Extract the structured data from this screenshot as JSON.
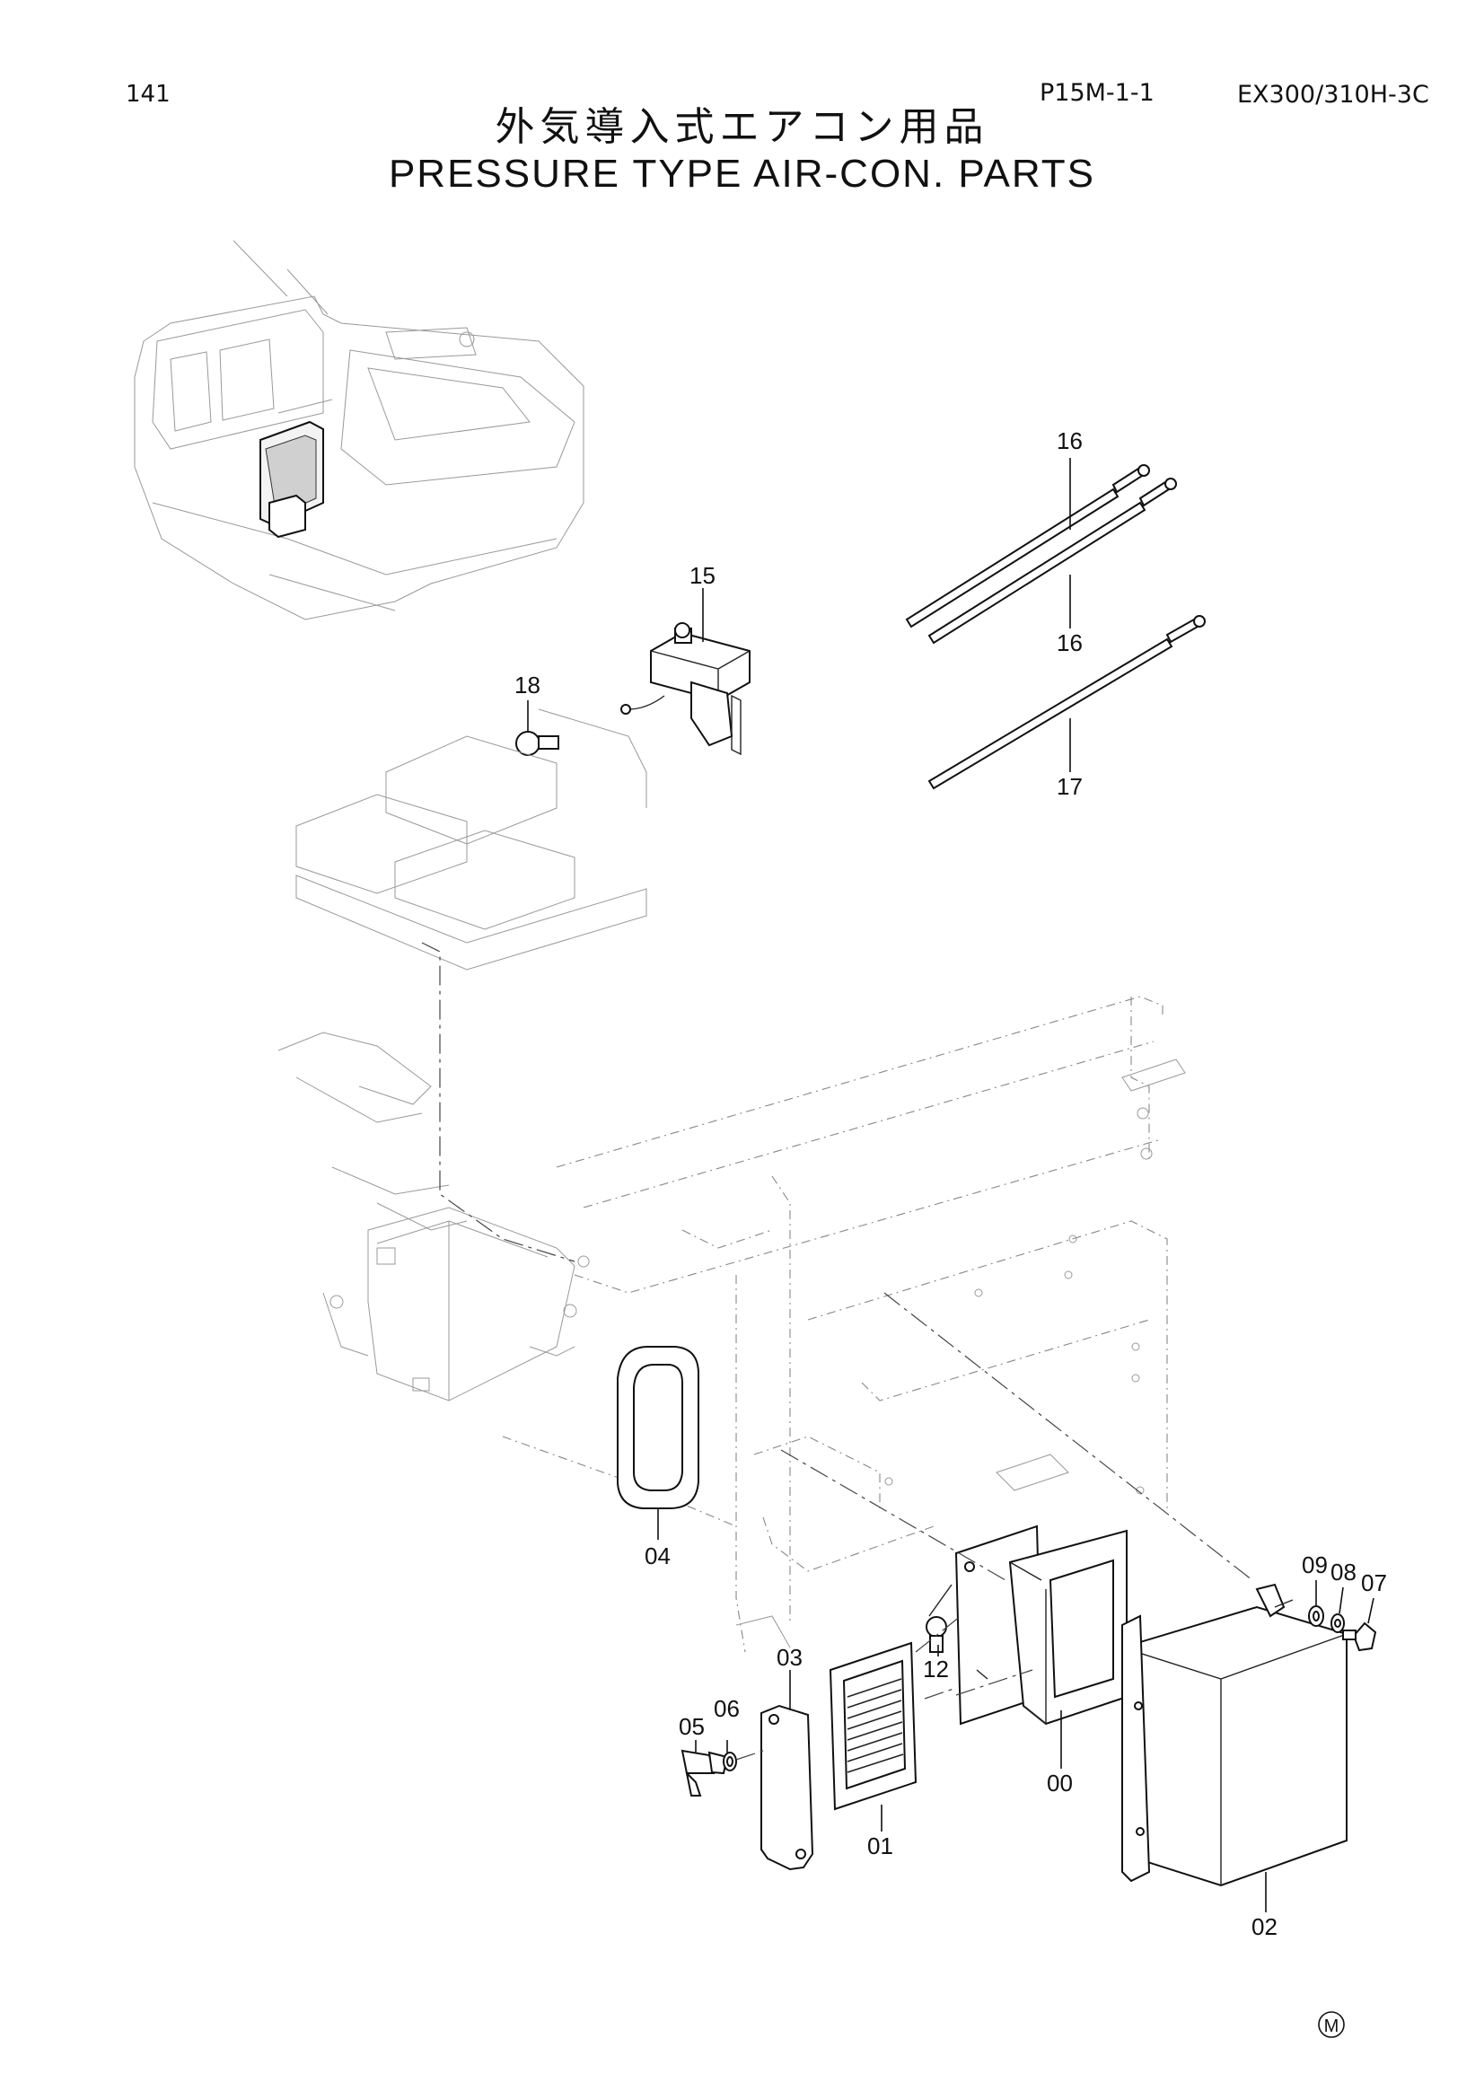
{
  "header": {
    "page_number": "141",
    "page_code": "P15M-1-1",
    "model": "EX300/310H-3C",
    "title_jp": "外気導入式エアコン用品",
    "title_en": "PRESSURE TYPE AIR-CON. PARTS"
  },
  "callouts": {
    "p00": "00",
    "p01": "01",
    "p02": "02",
    "p03": "03",
    "p04": "04",
    "p05": "05",
    "p06": "06",
    "p07": "07",
    "p08": "08",
    "p09": "09",
    "p12": "12",
    "p15": "15",
    "p16a": "16",
    "p16b": "16",
    "p17": "17",
    "p18": "18"
  },
  "footer": {
    "mark": "M"
  }
}
